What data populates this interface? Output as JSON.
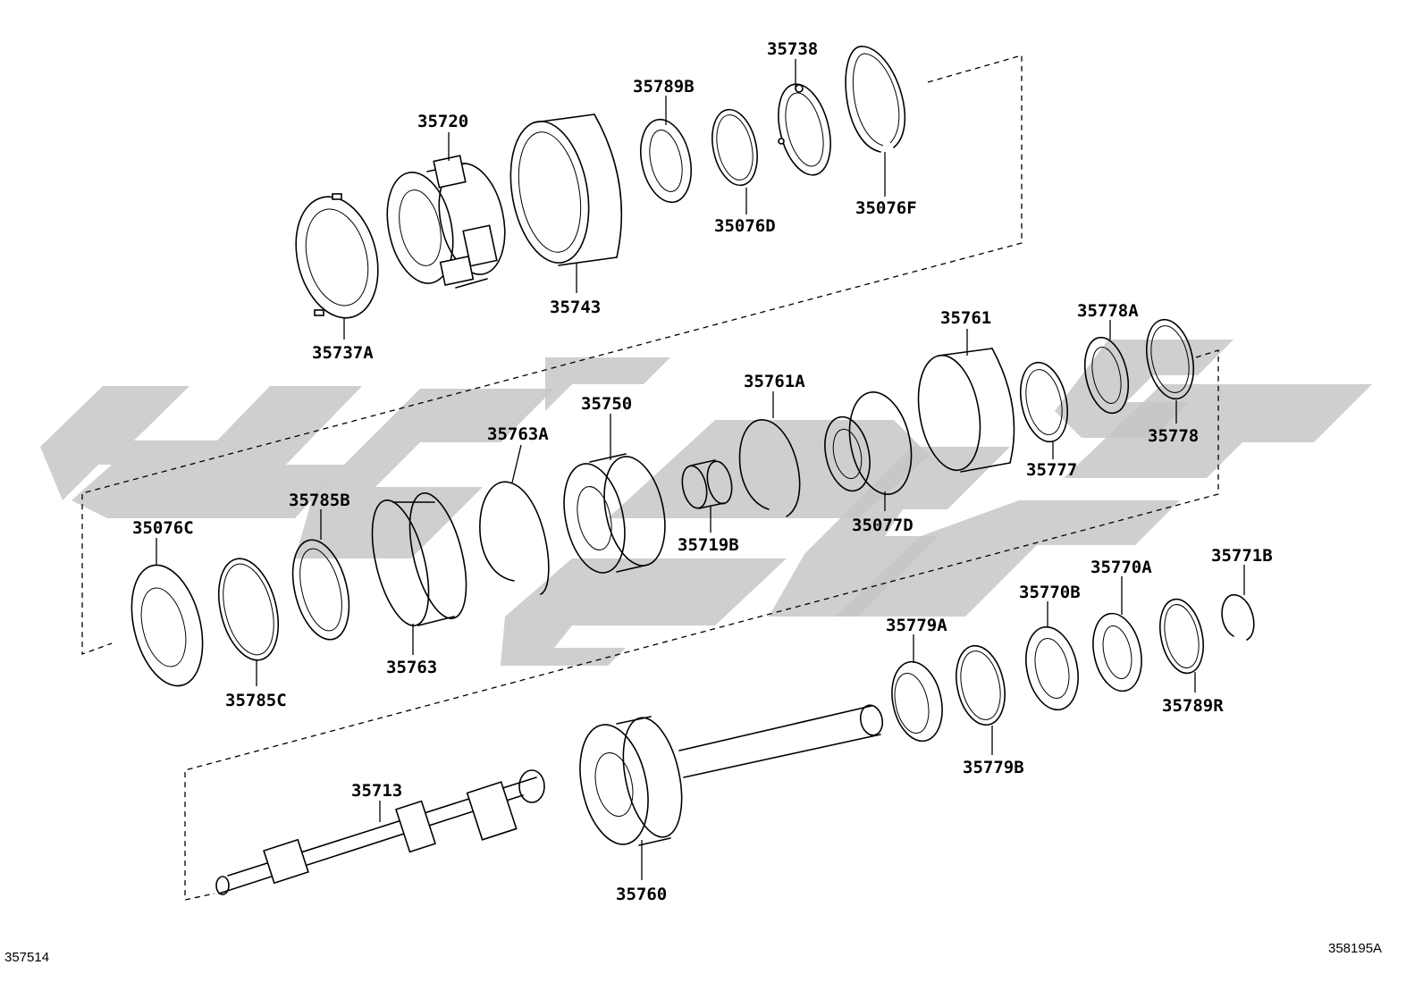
{
  "labels": {
    "p35720": "35720",
    "p35737A": "35737A",
    "p35743": "35743",
    "p35789B": "35789B",
    "p35076D": "35076D",
    "p35738": "35738",
    "p35076F": "35076F",
    "p35761": "35761",
    "p35778A": "35778A",
    "p35778": "35778",
    "p35777": "35777",
    "p35761A": "35761A",
    "p35077D": "35077D",
    "p35750": "35750",
    "p35719B": "35719B",
    "p35763A": "35763A",
    "p35785B": "35785B",
    "p35076C": "35076C",
    "p35785C": "35785C",
    "p35763": "35763",
    "p35779A": "35779A",
    "p35770B": "35770B",
    "p35770A": "35770A",
    "p35771B": "35771B",
    "p35789R": "35789R",
    "p35779B": "35779B",
    "p35713": "35713",
    "p35760": "35760"
  },
  "corners": {
    "left": "357514",
    "right": "358195A"
  }
}
